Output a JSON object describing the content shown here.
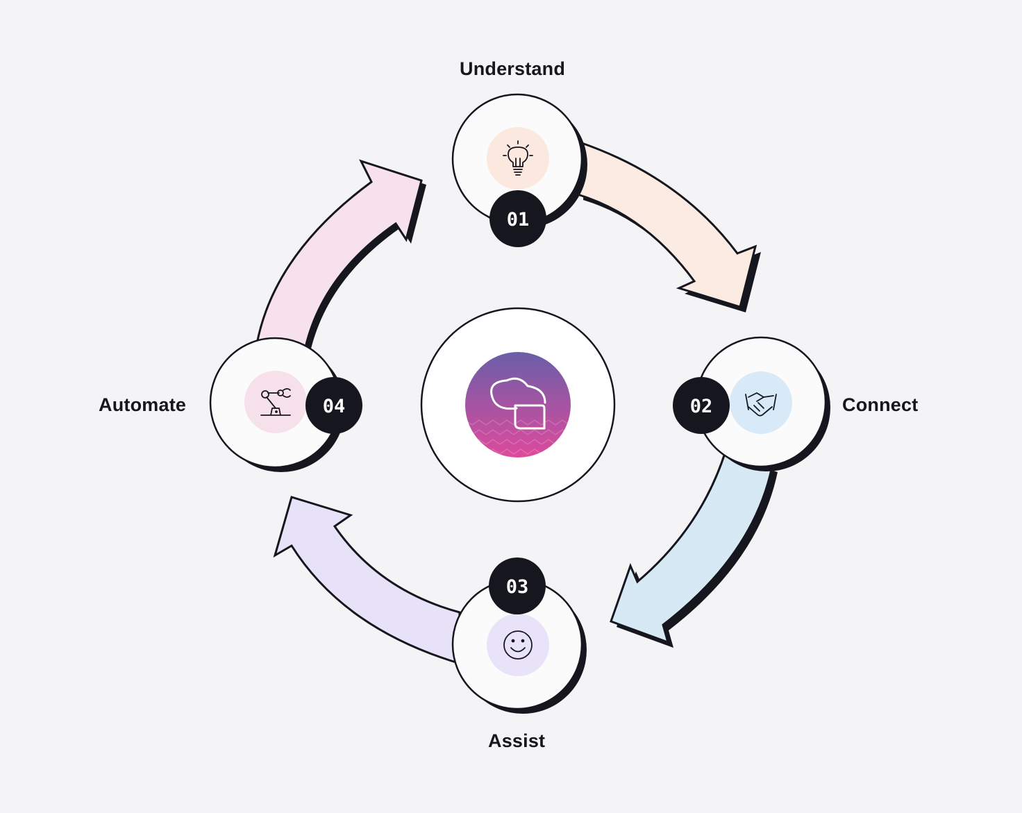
{
  "colors": {
    "background": "#f4f4f7",
    "outline": "#16161f",
    "node_fill": "#fbfbfb",
    "arrow_understand_connect": "#fcebe3",
    "arrow_connect_assist": "#d8e9f6",
    "arrow_assist_automate": "#e7e2f8",
    "arrow_automate_understand": "#f6e1ec",
    "center_gradient_top": "#6a5ea8",
    "center_gradient_bottom": "#de4a9c"
  },
  "center": {
    "icon": "chat-bubbles-icon"
  },
  "steps": [
    {
      "number": "01",
      "label": "Understand",
      "icon": "lightbulb-icon",
      "icon_bg": "#fbe8de"
    },
    {
      "number": "02",
      "label": "Connect",
      "icon": "handshake-icon",
      "icon_bg": "#d8eaf7"
    },
    {
      "number": "03",
      "label": "Assist",
      "icon": "smiley-icon",
      "icon_bg": "#e8e3f8"
    },
    {
      "number": "04",
      "label": "Automate",
      "icon": "robot-arm-icon",
      "icon_bg": "#f6e0ea"
    }
  ]
}
